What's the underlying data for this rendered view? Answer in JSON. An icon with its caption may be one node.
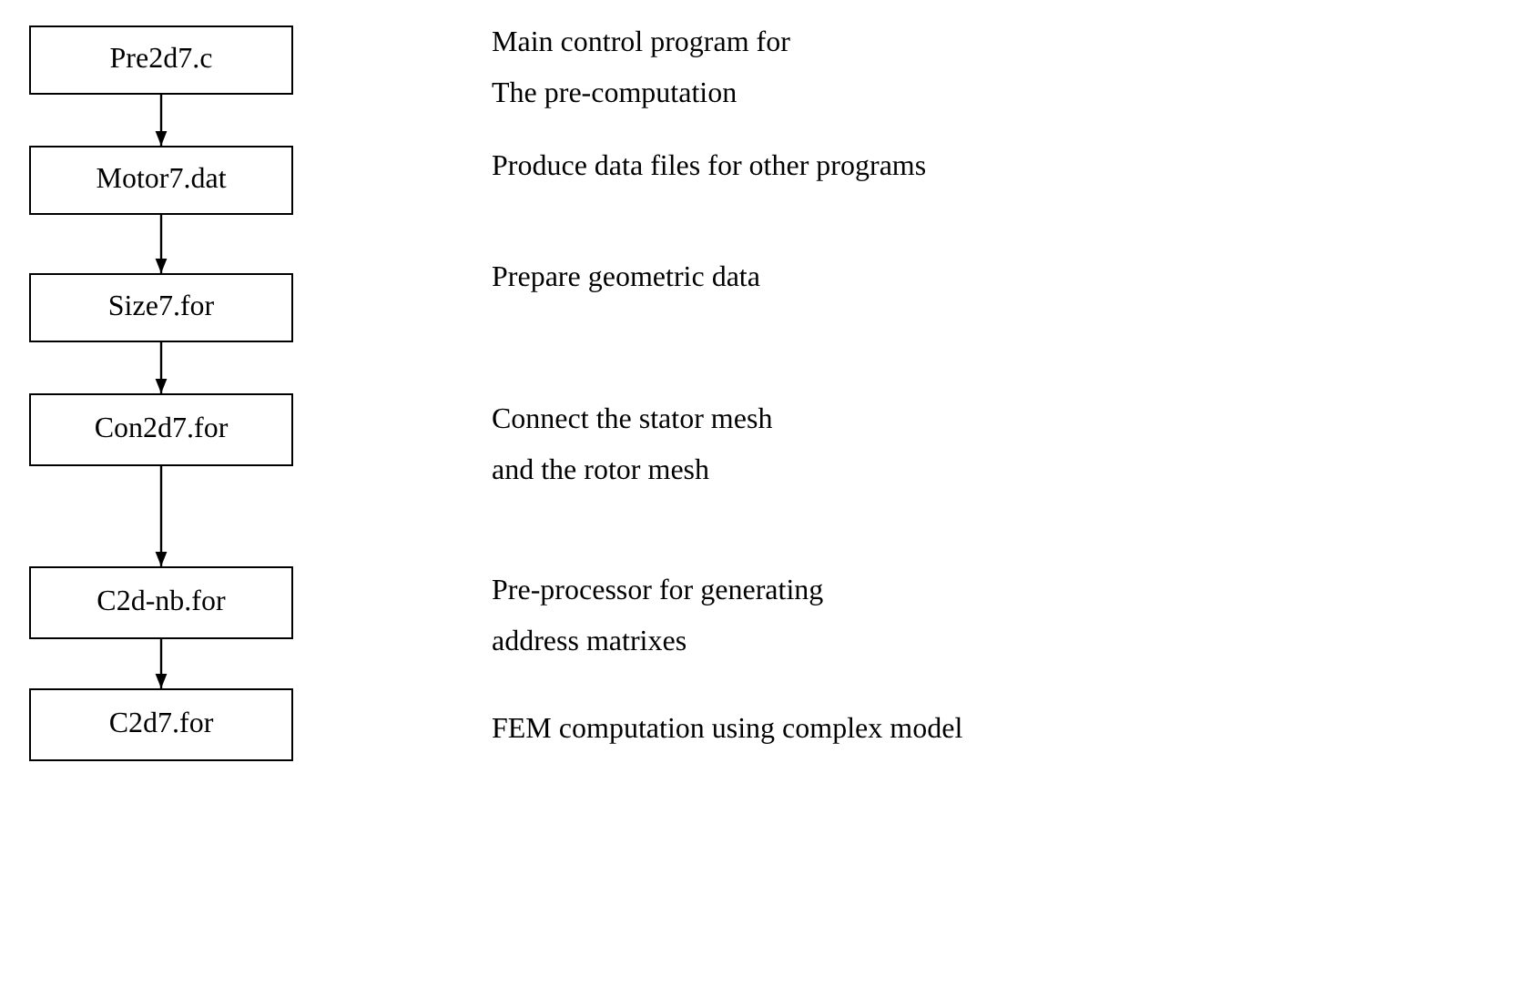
{
  "diagram": {
    "nodes": [
      {
        "text": [
          "Pre2d7.c"
        ]
      },
      {
        "text": [
          "Motor7.dat"
        ]
      },
      {
        "text": [
          "Size7.for"
        ]
      },
      {
        "text": [
          "Con2d7.for"
        ]
      },
      {
        "text": [
          "C2d-nb.for"
        ]
      },
      {
        "text": [
          "C2d7.for"
        ]
      }
    ],
    "edges": [
      {
        "from": 0,
        "to": 1,
        "arrow": "to"
      },
      {
        "from": 1,
        "to": 2,
        "arrow": "to"
      },
      {
        "from": 2,
        "to": 3,
        "arrow": "to"
      },
      {
        "from": 3,
        "to": 4,
        "arrow": "to"
      },
      {
        "from": 4,
        "to": 5,
        "arrow": "to"
      }
    ],
    "labels": [
      "Main control program for The pre-computation",
      "Produce data files for other programs",
      "Prepare geometric data",
      "Connect the stator mesh and the rotor mesh",
      "Pre-processor for generating address matrixes",
      "FEM computation using complex model"
    ]
  }
}
